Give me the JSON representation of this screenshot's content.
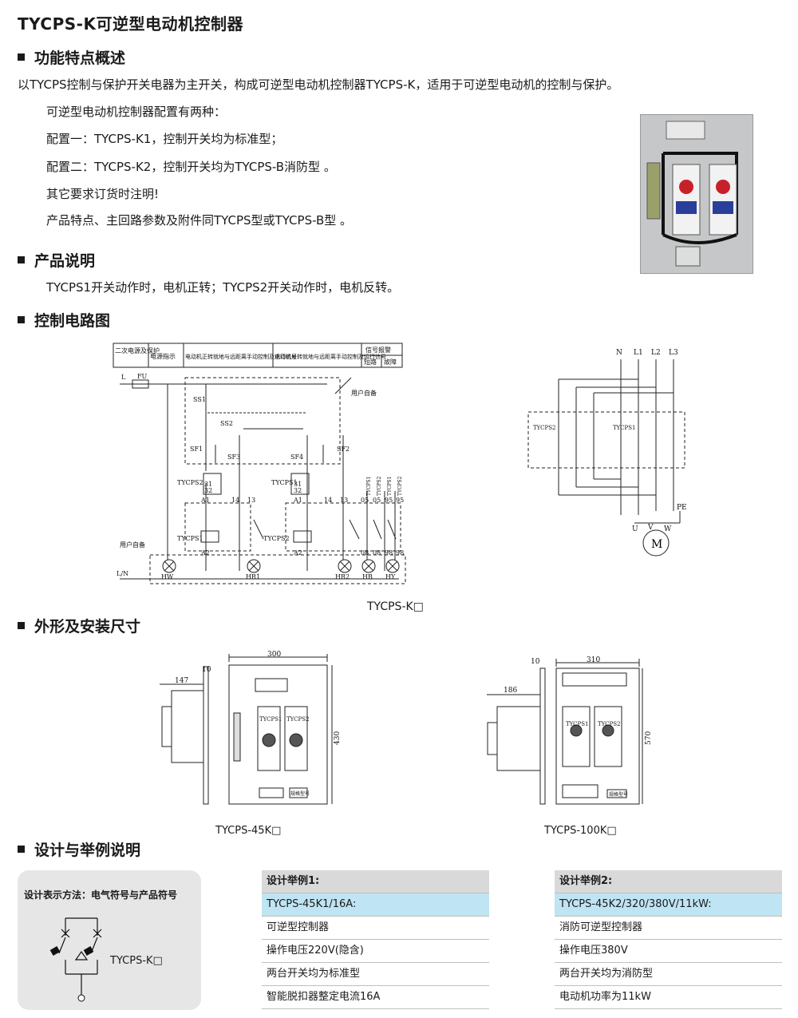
{
  "title": "TYCPS-K可逆型电动机控制器",
  "sections": {
    "features": "功能特点概述",
    "product": "产品说明",
    "circuit": "控制电路图",
    "dimensions": "外形及安装尺寸",
    "design": "设计与举例说明"
  },
  "features": {
    "intro": "以TYCPS控制与保护开关电器为主开关，构成可逆型电动机控制器TYCPS-K，适用于可逆型电动机的控制与保护。",
    "lines": [
      "可逆型电动机控制器配置有两种：",
      "配置一：TYCPS-K1，控制开关均为标准型；",
      "配置二：TYCPS-K2，控制开关均为TYCPS-B消防型 。",
      "其它要求订货时注明!",
      "产品特点、主回路参数及附件同TYCPS型或TYCPS-B型 。"
    ]
  },
  "product_desc": "TYCPS1开关动作时，电机正转；TYCPS2开关动作时，电机反转。",
  "circuit": {
    "header": [
      "二次电源及保护",
      "电源指示",
      "电动机正转就地与远距离手动控制及运行信号",
      "电动机反转就地与远距离手动控制及运行信号",
      "信号报警"
    ],
    "header_sub": [
      "短路",
      "故障"
    ],
    "labels": {
      "l": "L",
      "fu": "FU",
      "ln": "L/N",
      "user1": "用户自备",
      "user2": "用户自备",
      "ss1": "SS1",
      "ss2": "SS2",
      "sf1": "SF1",
      "sf2": "SF2",
      "sf3": "SF3",
      "sf4": "SF4",
      "tycps2a": "TYCPS2",
      "tycps1a": "TYCPS1",
      "tycps1b": "TYCPS1",
      "tycps2b": "TYCPS2",
      "n31": "31",
      "n32": "32",
      "n31b": "31",
      "n32b": "32",
      "a1": "A1",
      "a2": "A2",
      "a1b": "A1",
      "a2b": "A2",
      "t14": "14",
      "t13": "13",
      "t14b": "14",
      "t13b": "13",
      "t05": "05",
      "t05b": "05",
      "t95": "95",
      "t95b": "95",
      "t08": "08",
      "t08b": "08",
      "t98": "98",
      "t98b": "98",
      "hw": "HW",
      "hr1": "HR1",
      "hr2": "HR2",
      "hb": "HB",
      "hy": "HY",
      "v1": "TYCPS1",
      "v2": "TYCPS2",
      "v3": "TYCPS1",
      "v4": "TYCPS2"
    },
    "main": {
      "n": "N",
      "l1": "L1",
      "l2": "L2",
      "l3": "L3",
      "sw2": "TYCPS2",
      "sw1": "TYCPS1",
      "pe": "PE",
      "u": "U",
      "v": "V",
      "w": "W",
      "m": "M"
    },
    "caption": "TYCPS-K□"
  },
  "dims": {
    "left": {
      "w": "300",
      "t": "10",
      "d": "147",
      "h": "430",
      "s1": "TYCPS1",
      "s2": "TYCPS2",
      "plate": "规格型号",
      "caption": "TYCPS-45K□"
    },
    "right": {
      "w": "310",
      "t": "10",
      "d": "186",
      "h": "570",
      "s1": "TYCPS1",
      "s2": "TYCPS2",
      "plate": "规格型号",
      "caption": "TYCPS-100K□"
    }
  },
  "design": {
    "method_label": "设计表示方法：电气符号与产品符号",
    "symbol_caption": "TYCPS-K□",
    "example1": {
      "header": "设计举例1:",
      "model": "TYCPS-45K1/16A:",
      "rows": [
        "可逆型控制器",
        "操作电压220V(隐含)",
        "两台开关均为标准型",
        "智能脱扣器整定电流16A"
      ]
    },
    "example2": {
      "header": "设计举例2:",
      "model": "TYCPS-45K2/320/380V/11kW:",
      "rows": [
        "消防可逆型控制器",
        "操作电压380V",
        "两台开关均为消防型",
        "电动机功率为11kW"
      ]
    }
  }
}
